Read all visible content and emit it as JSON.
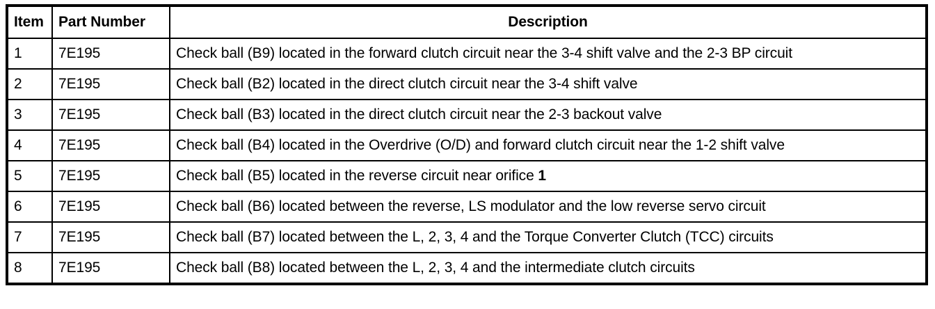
{
  "table": {
    "columns": [
      {
        "key": "item",
        "label": "Item",
        "align": "left"
      },
      {
        "key": "part_number",
        "label": "Part Number",
        "align": "left"
      },
      {
        "key": "description",
        "label": "Description",
        "align": "center"
      }
    ],
    "rows": [
      {
        "item": "1",
        "part_number": "7E195",
        "description": "Check ball (B9) located in the forward clutch circuit near the 3-4 shift valve and the 2-3 BP circuit"
      },
      {
        "item": "2",
        "part_number": "7E195",
        "description": "Check ball (B2) located in the direct clutch circuit near the 3-4 shift valve"
      },
      {
        "item": "3",
        "part_number": "7E195",
        "description": "Check ball (B3) located in the direct clutch circuit near the 2-3 backout valve"
      },
      {
        "item": "4",
        "part_number": "7E195",
        "description": "Check ball (B4) located in the Overdrive (O/D) and forward clutch circuit near the 1-2 shift valve"
      },
      {
        "item": "5",
        "part_number": "7E195",
        "description_prefix": "Check ball (B5) located in the reverse circuit near orifice ",
        "description_emphasis": "1",
        "description": "Check ball (B5) located in the reverse circuit near orifice 1"
      },
      {
        "item": "6",
        "part_number": "7E195",
        "description": "Check ball (B6) located between the reverse, LS modulator and the low reverse servo circuit"
      },
      {
        "item": "7",
        "part_number": "7E195",
        "description": "Check ball (B7) located between the L, 2, 3, 4 and the Torque Converter Clutch (TCC) circuits"
      },
      {
        "item": "8",
        "part_number": "7E195",
        "description": "Check ball (B8) located between the L, 2, 3, 4 and the intermediate clutch circuits"
      }
    ]
  },
  "style": {
    "text_color": "#000000",
    "border_color": "#000000",
    "background_color": "#ffffff"
  }
}
